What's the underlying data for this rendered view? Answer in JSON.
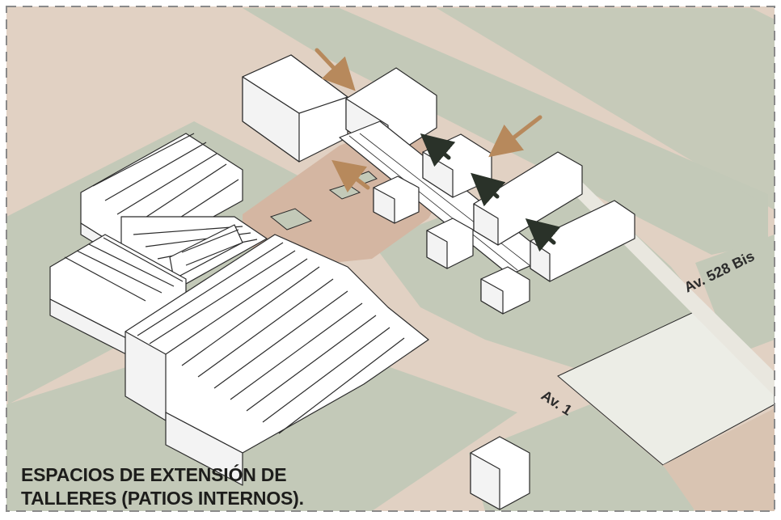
{
  "caption": {
    "line1": "ESPACIOS DE EXTENSIÓN DE",
    "line2": "TALLERES (PATIOS INTERNOS)."
  },
  "streets": {
    "av_528_bis": "Av. 528 Bis",
    "av_1": "Av. 1"
  },
  "colors": {
    "background": "#ffffff",
    "street": "#e1d1c3",
    "lot_green": "#c3c9b8",
    "inner_patio": "#d4b6a2",
    "plaza": "#ecede6",
    "building": "#ffffff",
    "outline": "#2b2b2b",
    "frame_dash": "#8a8a8a",
    "arrow_tan": "#b7895c",
    "arrow_dark": "#2a3229"
  }
}
